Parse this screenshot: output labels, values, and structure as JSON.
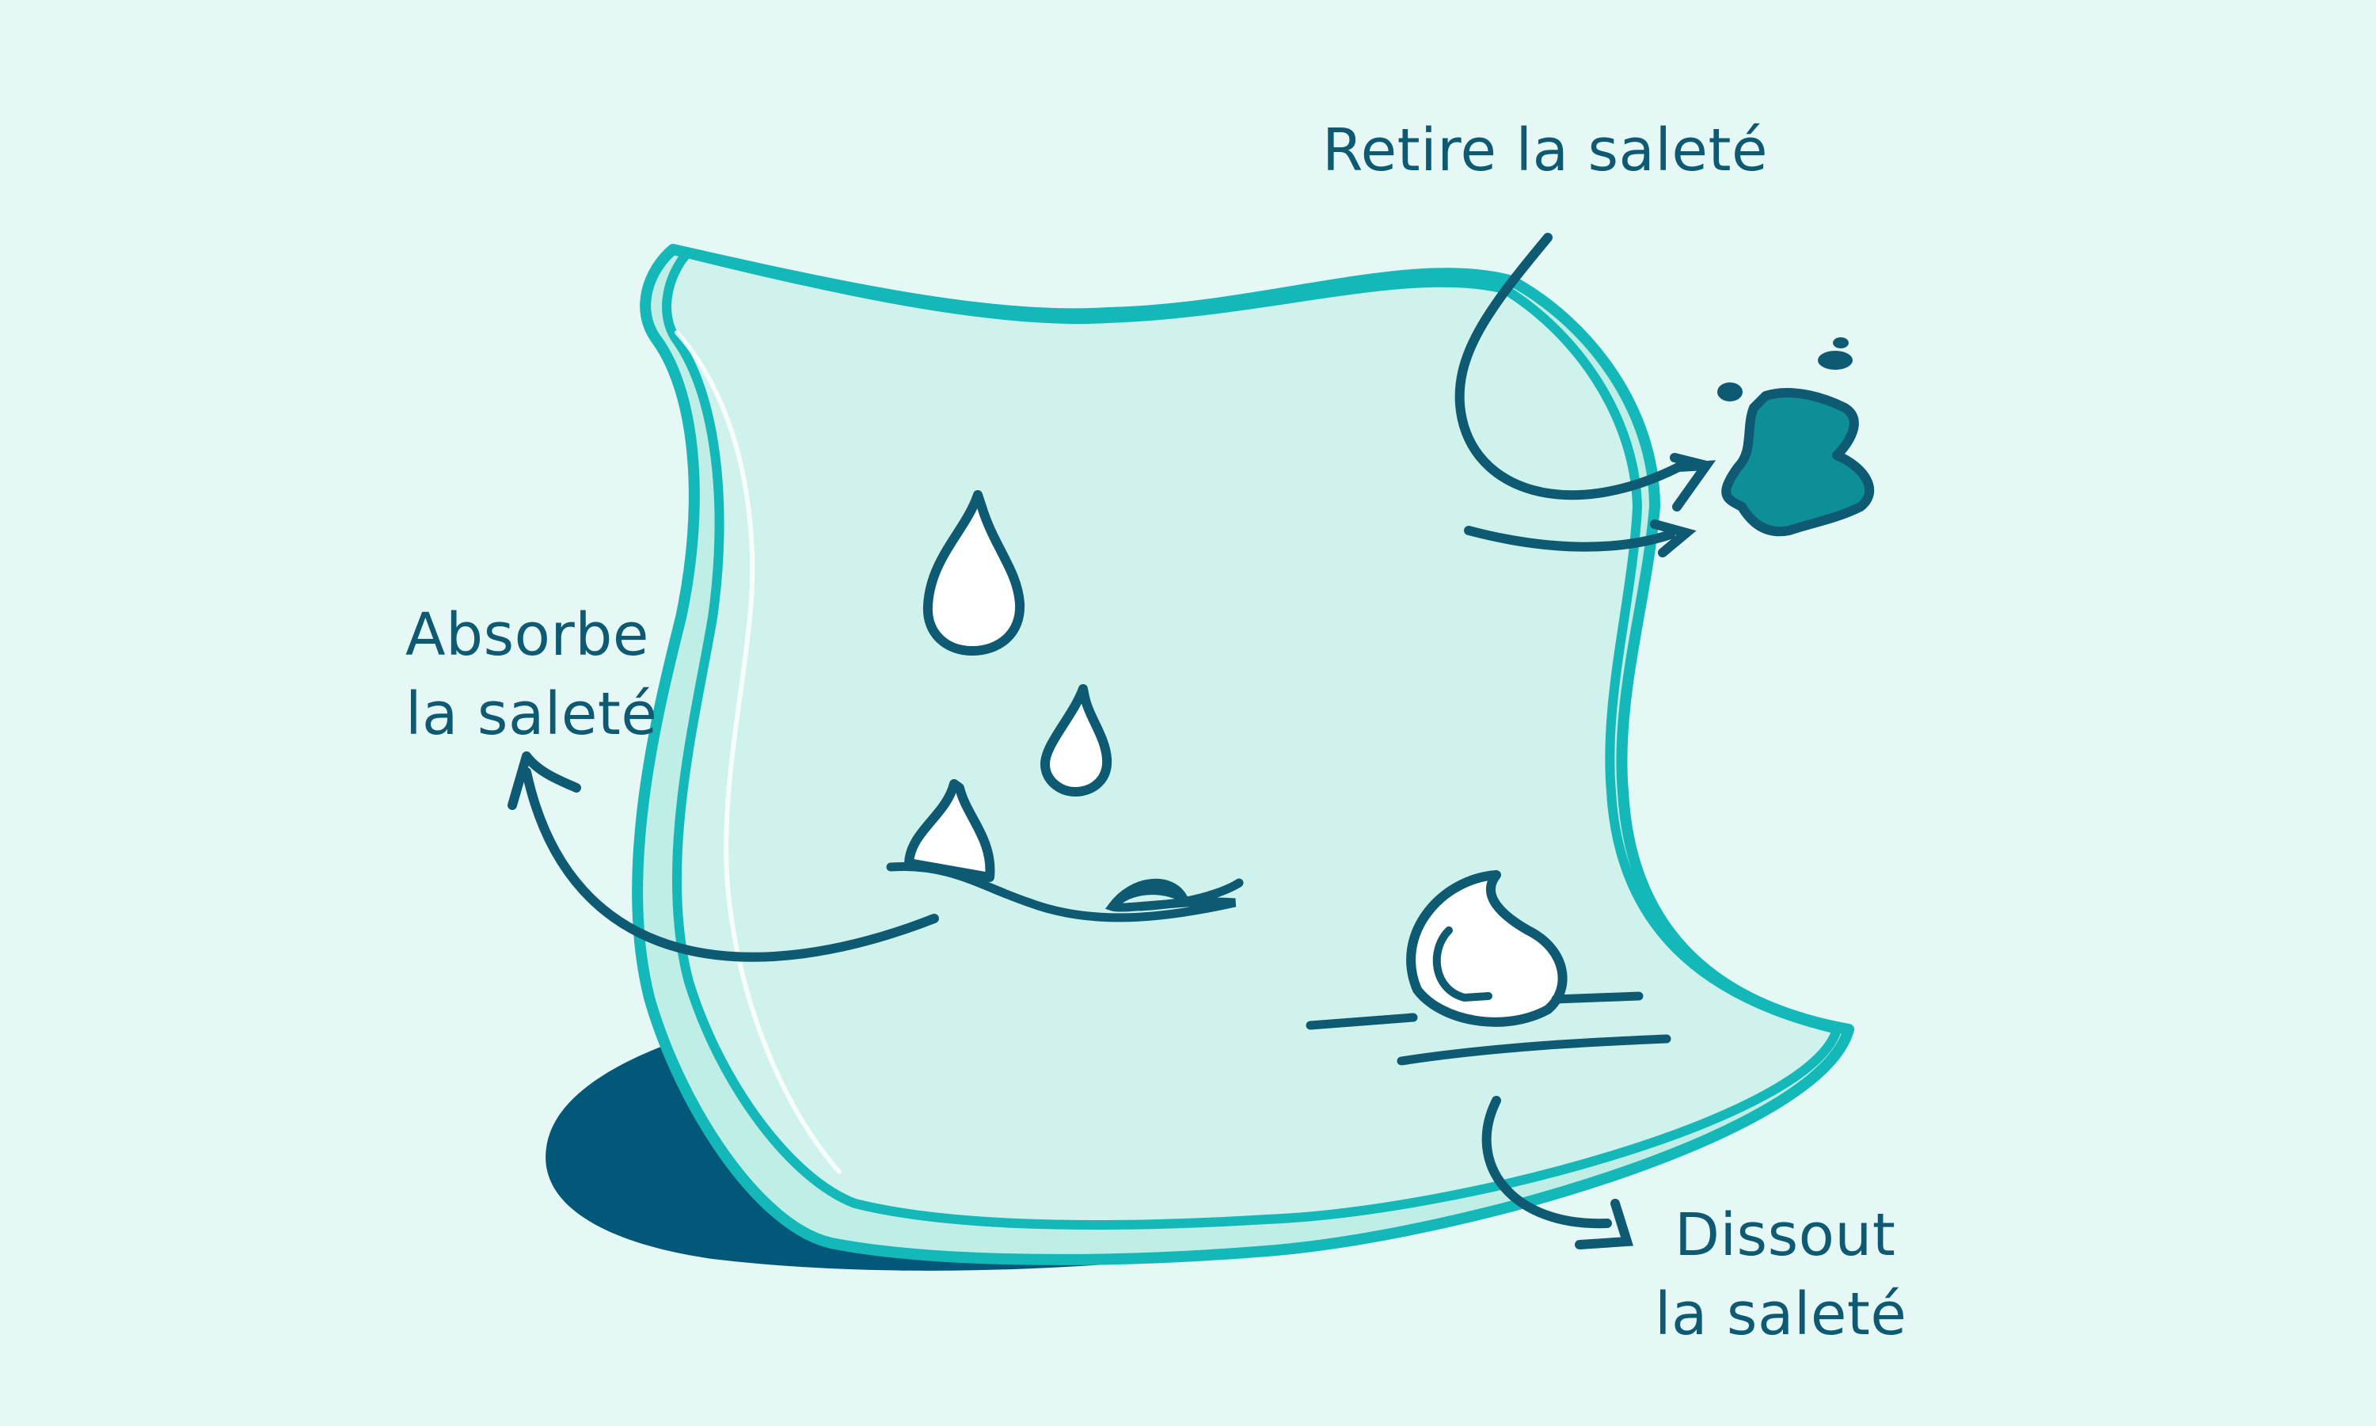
{
  "labels": {
    "retire": "Retire la saleté",
    "absorbe_line1": "Absorbe",
    "absorbe_line2": "la saleté",
    "dissout_line1": "Dissout",
    "dissout_line2": "la saleté"
  },
  "icons": [
    "wipe-icon",
    "water-drop-icon",
    "dirt-splat-icon",
    "arrow-icon"
  ],
  "colors": {
    "background": "#e6f8f6",
    "wipe_fill": "#cff2ec",
    "wipe_outline": "#14b8b8",
    "shadow": "#03587a",
    "ink": "#0f5a73",
    "dirt": "#0e8f98"
  }
}
